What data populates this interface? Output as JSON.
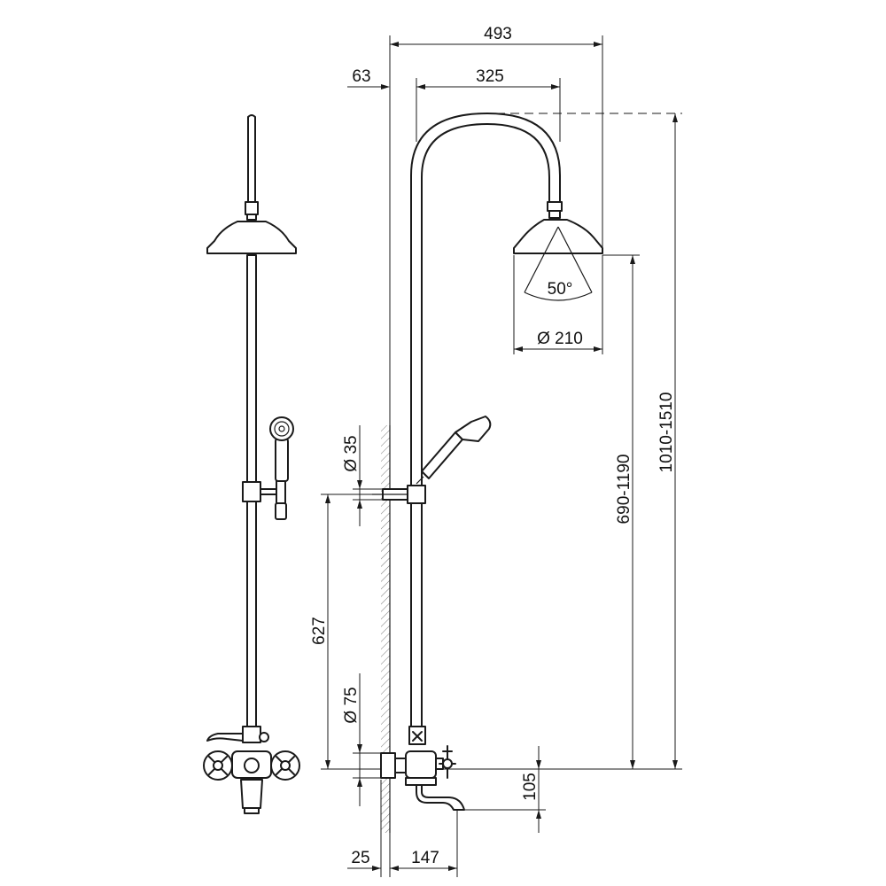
{
  "dimensions": {
    "overall_width": "493",
    "wall_offset": "63",
    "arm_projection": "325",
    "spray_angle": "50°",
    "head_diameter": "Ø 210",
    "handshower_bracket_diameter": "Ø 35",
    "bracket_height": "627",
    "inlet_diameter": "Ø 75",
    "head_height": "690-1190",
    "total_height": "1010-1510",
    "spout_height": "105",
    "wall_spacing": "25",
    "spout_projection": "147"
  }
}
